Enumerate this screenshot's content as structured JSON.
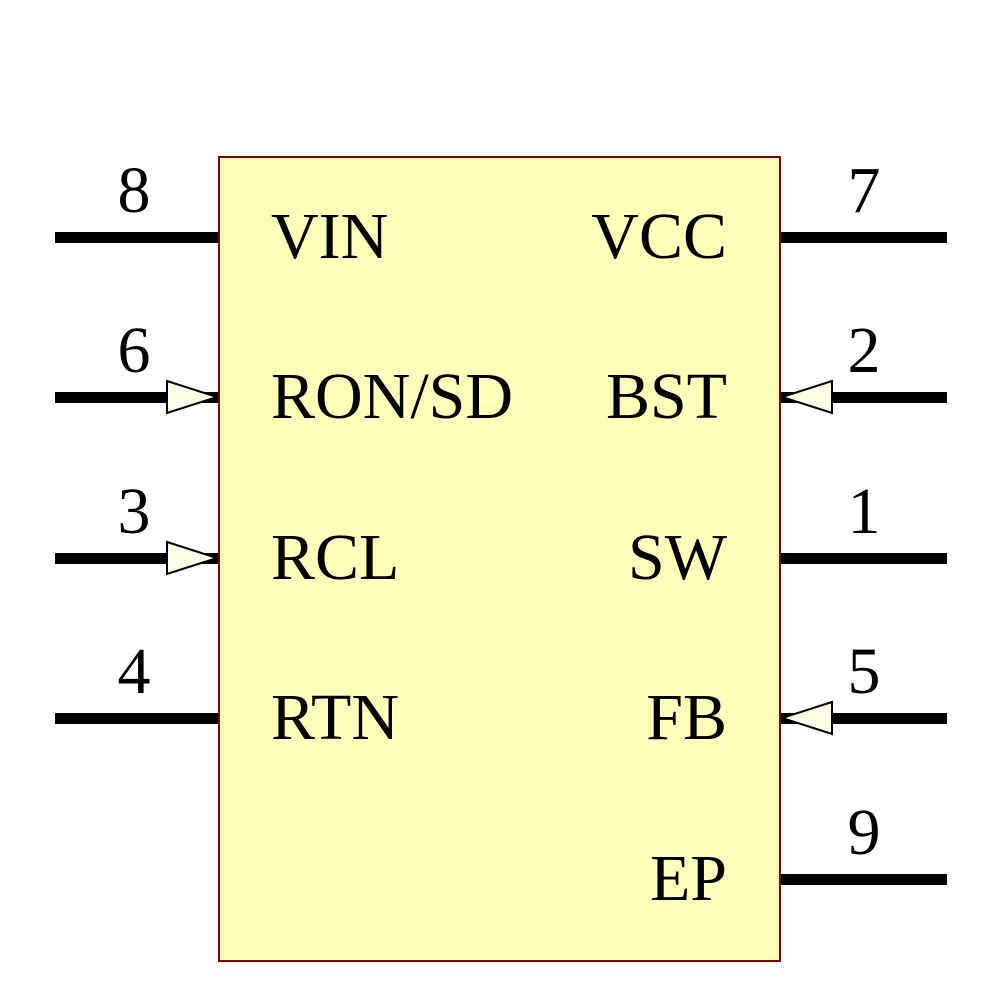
{
  "component": {
    "kind": "ic-schematic-symbol",
    "left_pins": [
      {
        "number": "8",
        "label": "VIN",
        "arrow": false
      },
      {
        "number": "6",
        "label": "RON/SD",
        "arrow": true
      },
      {
        "number": "3",
        "label": "RCL",
        "arrow": true
      },
      {
        "number": "4",
        "label": "RTN",
        "arrow": false
      }
    ],
    "right_pins": [
      {
        "number": "7",
        "label": "VCC",
        "arrow": false
      },
      {
        "number": "2",
        "label": "BST",
        "arrow": true
      },
      {
        "number": "1",
        "label": "SW",
        "arrow": false
      },
      {
        "number": "5",
        "label": "FB",
        "arrow": true
      },
      {
        "number": "9",
        "label": "EP",
        "arrow": false
      }
    ],
    "colors": {
      "background": "#FFFFFF",
      "body_fill": "#FFFFB9",
      "body_border": "#7F0000",
      "pin_line": "#000000",
      "arrow_fill": "#FFFFE8",
      "text": "#000000"
    }
  }
}
